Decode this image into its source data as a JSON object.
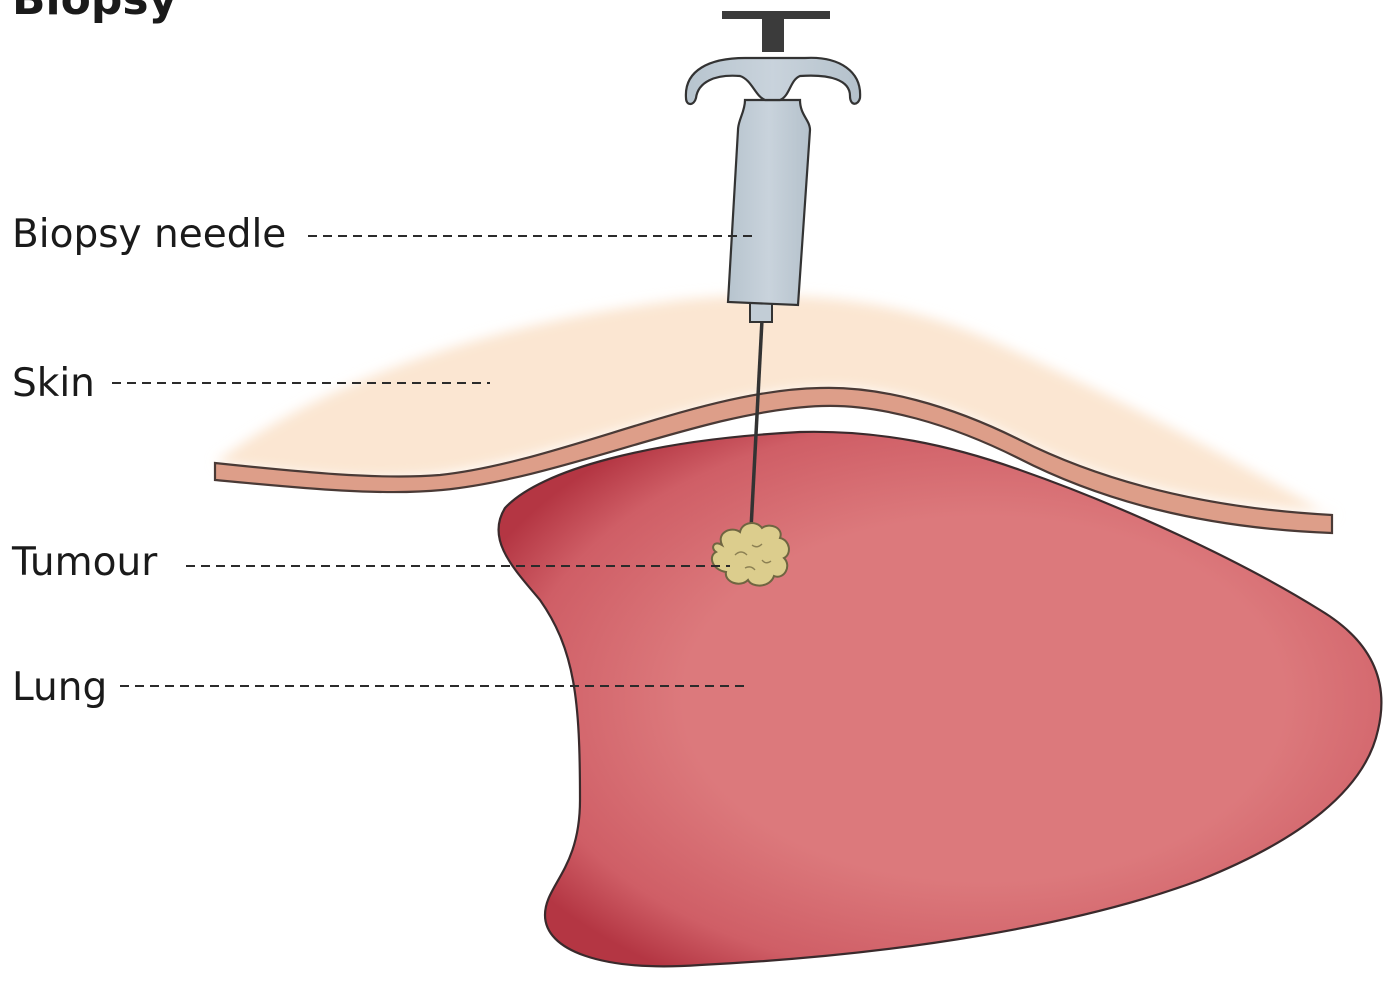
{
  "title": "Biopsy",
  "labels": {
    "needle": "Biopsy needle",
    "skin": "Skin",
    "tumour": "Tumour",
    "lung": "Lung"
  },
  "colors": {
    "skin_fill": "#fbe6d2",
    "skin_band": "#d99a86",
    "lung_fill": "#dc7a7d",
    "lung_edge": "#b43a45",
    "syringe_body": "#c2cdd6",
    "plunger": "#3b3b3b",
    "tumour": "#dccd8d",
    "leader_line": "#2b2b2b"
  }
}
